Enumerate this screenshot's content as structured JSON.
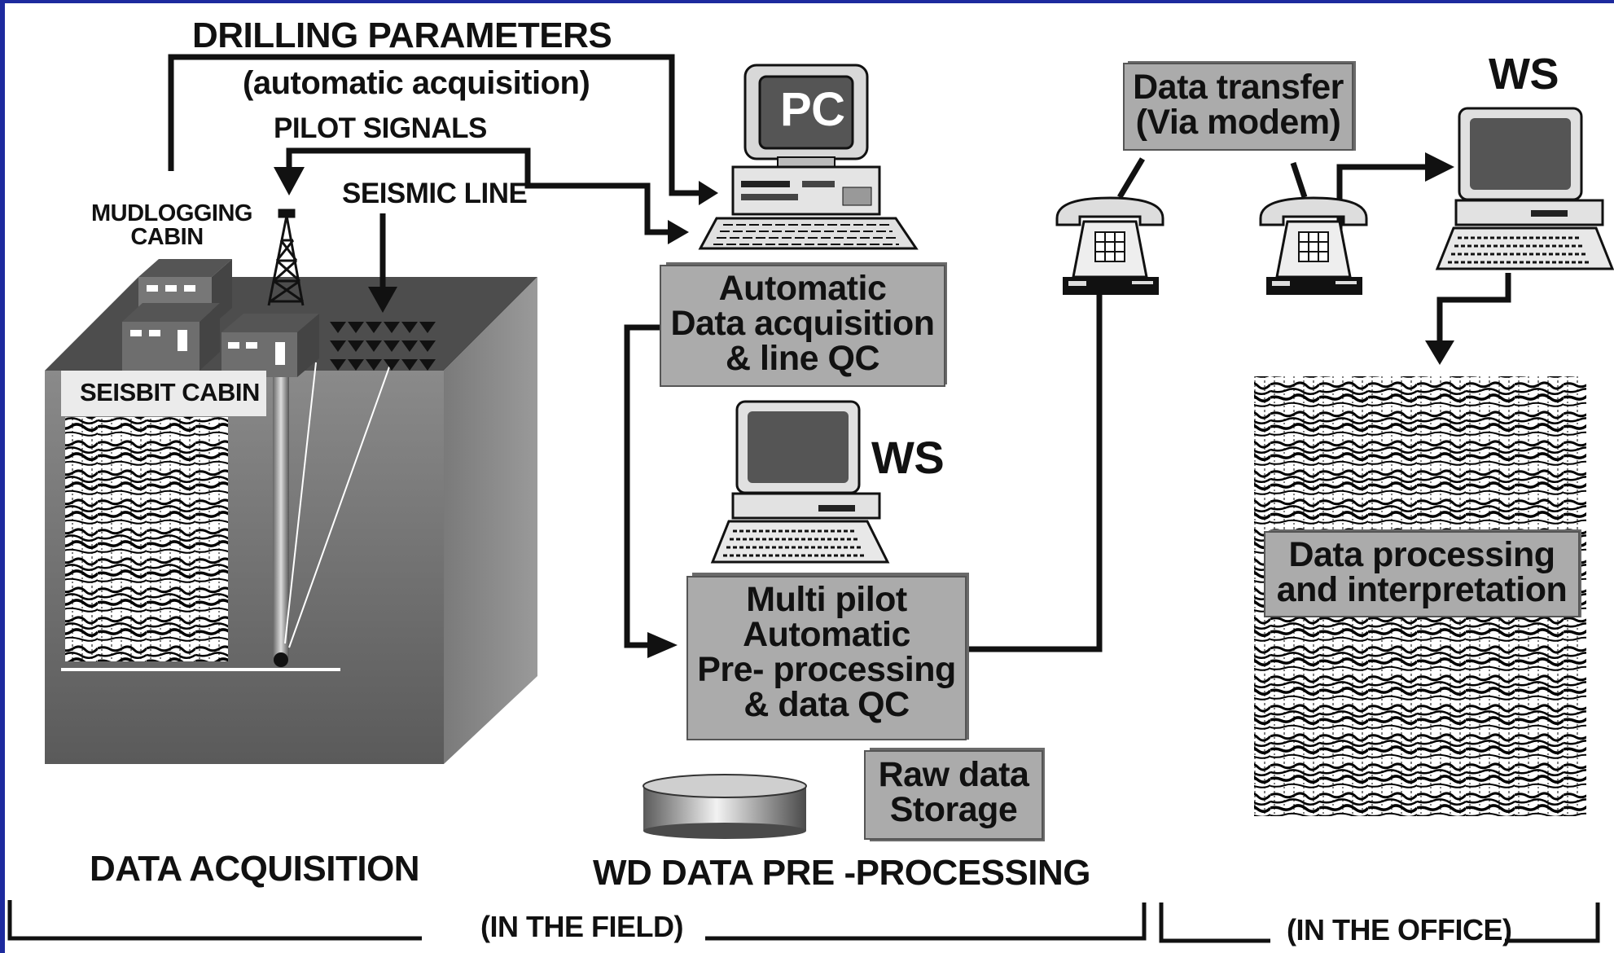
{
  "labels": {
    "drilling_parameters": "DRILLING PARAMETERS",
    "automatic_acquisition": "(automatic acquisition)",
    "pilot_signals": "PILOT SIGNALS",
    "seismic_line": "SEISMIC LINE",
    "mudlogging_cabin_1": "MUDLOGGING",
    "mudlogging_cabin_2": "CABIN",
    "seisbit_cabin": "SEISBIT CABIN",
    "pc": "PC",
    "ws_field": "WS",
    "ws_office": "WS",
    "data_acquisition": "DATA ACQUISITION",
    "wd_preprocessing": "WD DATA PRE -PROCESSING",
    "in_the_field": "(IN THE FIELD)",
    "in_the_office": "(IN THE OFFICE)"
  },
  "boxes": {
    "auto_acq": [
      "Automatic",
      "Data acquisition",
      "& line QC"
    ],
    "multi_pilot": [
      "Multi pilot",
      "Automatic",
      "Pre- processing",
      "& data QC"
    ],
    "raw_storage": [
      "Raw data",
      "Storage"
    ],
    "data_transfer": [
      "Data transfer",
      "(Via modem)"
    ],
    "processing": [
      "Data processing",
      "and interpretation"
    ]
  },
  "colors": {
    "background": "#ffffff",
    "frame": "#1d2a9e",
    "box_fill": "#a9a9a9",
    "line": "#111111"
  }
}
